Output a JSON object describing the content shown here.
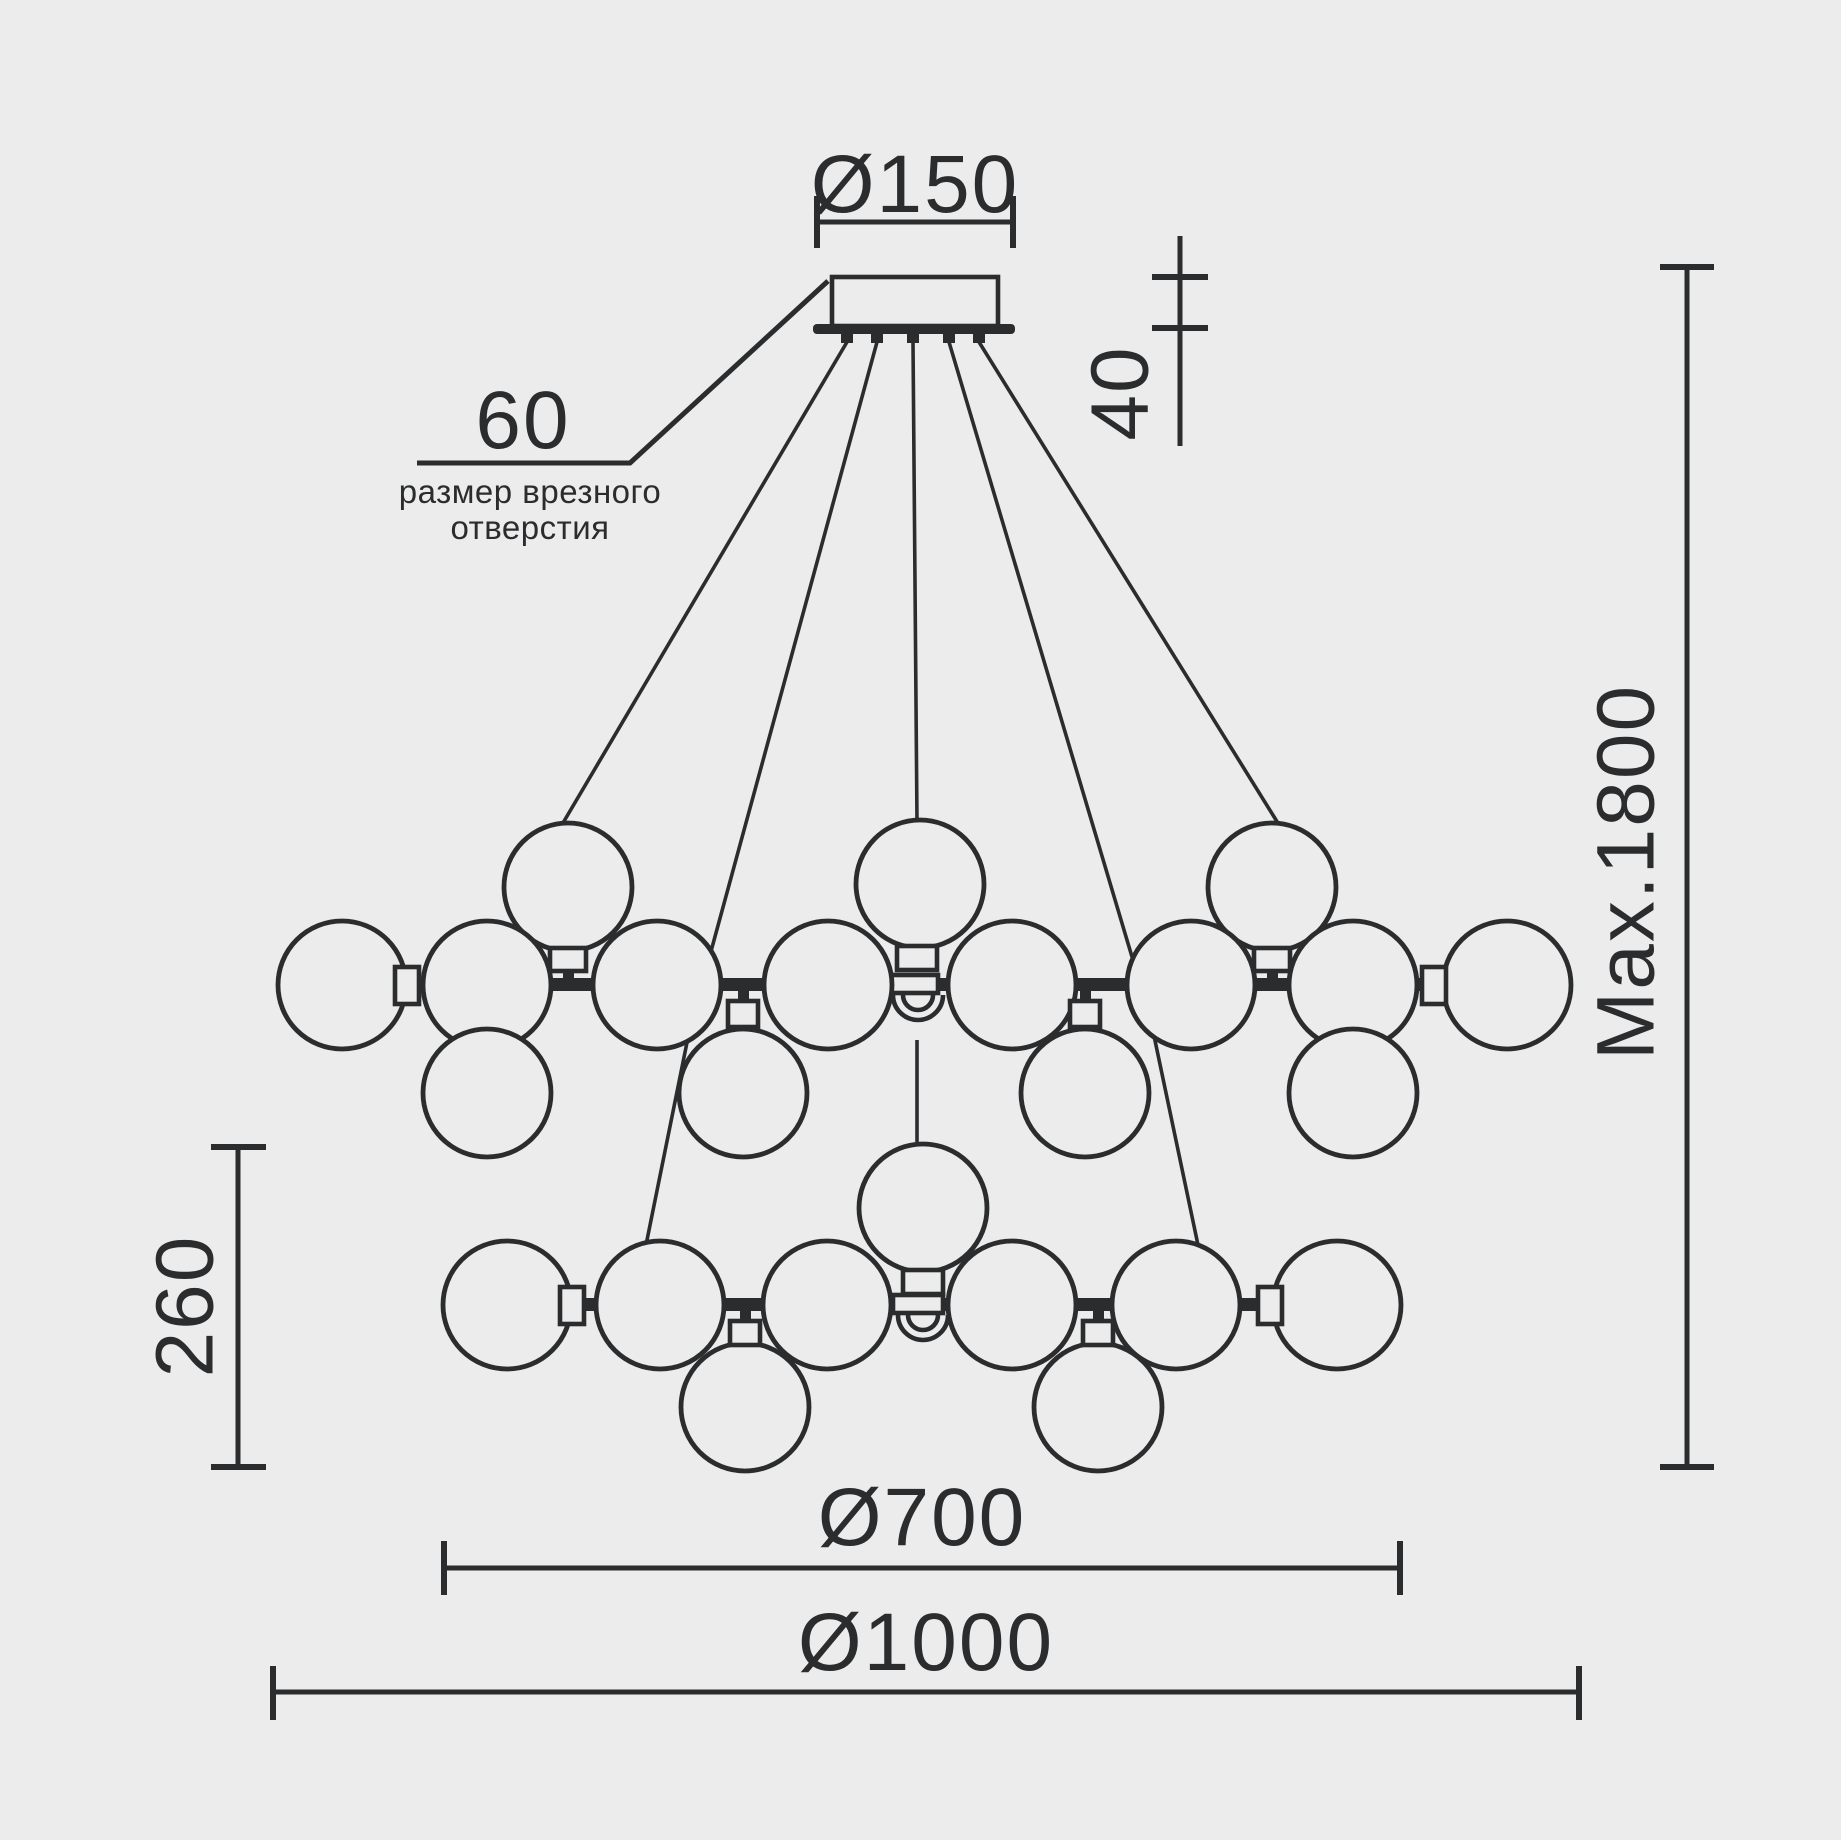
{
  "labels": {
    "canopy_diameter": "Ø150",
    "canopy_height": "40",
    "cutout_size": "60",
    "cutout_note_line1": "размер врезного",
    "cutout_note_line2": "отверстия",
    "max_height": "Max.1800",
    "lower_tier_height": "260",
    "lower_tier_diameter": "Ø700",
    "upper_tier_diameter": "Ø1000"
  },
  "colors": {
    "background": "#ececec",
    "ink": "#2b2c2e"
  },
  "drawing": {
    "type": "technical dimension drawing",
    "subject": "two-tier bubble chandelier, front elevation",
    "upper_tier_bulbs": 15,
    "lower_tier_bulbs": 9,
    "suspension_wires": 5
  }
}
